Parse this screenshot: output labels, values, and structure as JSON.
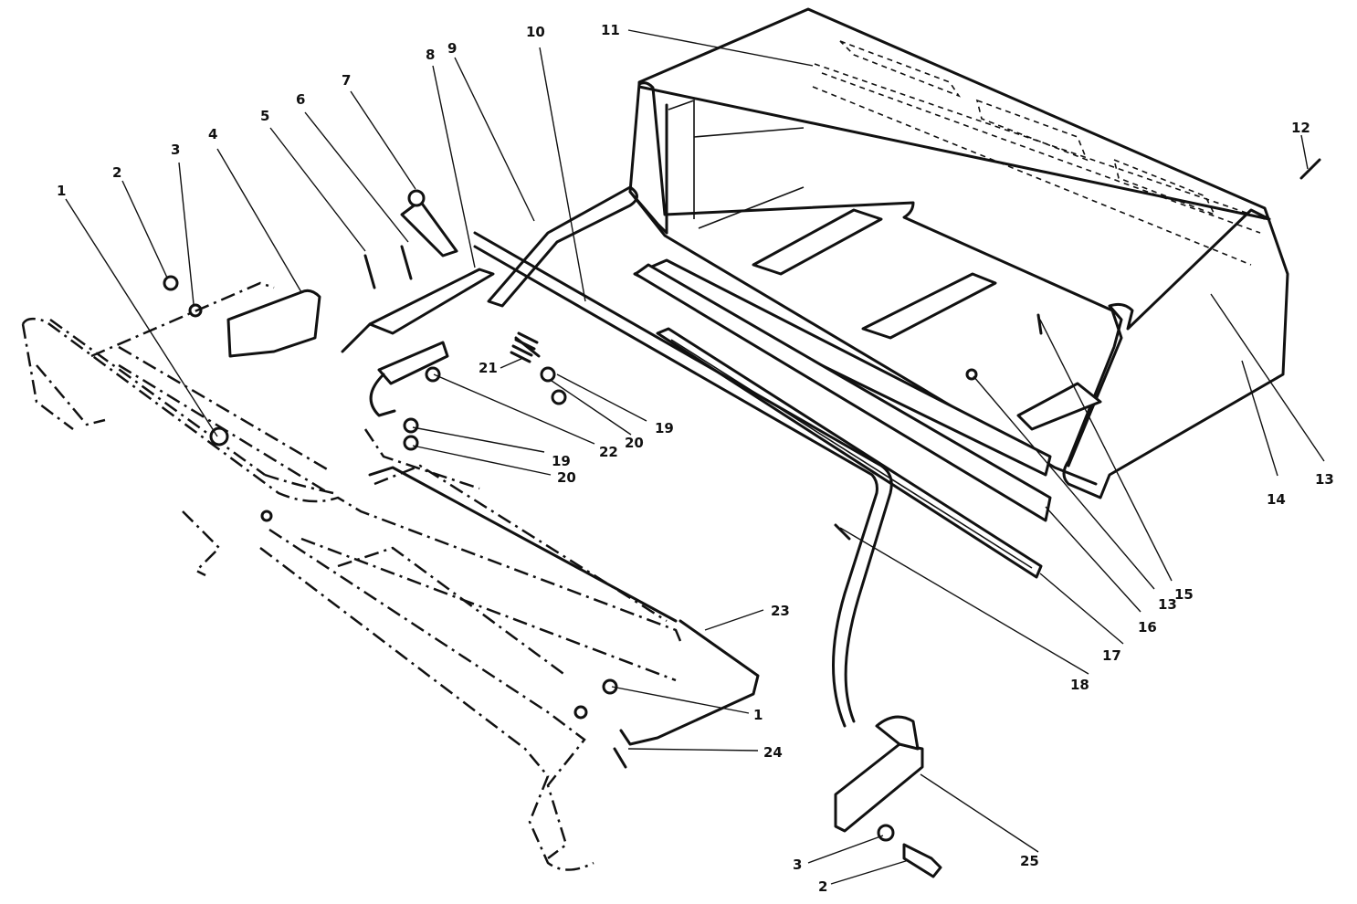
{
  "diagram": {
    "callouts": [
      {
        "id": "c1a",
        "text": "1"
      },
      {
        "id": "c2a",
        "text": "2"
      },
      {
        "id": "c3a",
        "text": "3"
      },
      {
        "id": "c4",
        "text": "4"
      },
      {
        "id": "c5",
        "text": "5"
      },
      {
        "id": "c6",
        "text": "6"
      },
      {
        "id": "c7",
        "text": "7"
      },
      {
        "id": "c8",
        "text": "8"
      },
      {
        "id": "c9",
        "text": "9"
      },
      {
        "id": "c10",
        "text": "10"
      },
      {
        "id": "c11",
        "text": "11"
      },
      {
        "id": "c12",
        "text": "12"
      },
      {
        "id": "c13a",
        "text": "13"
      },
      {
        "id": "c14",
        "text": "14"
      },
      {
        "id": "c13b",
        "text": "13"
      },
      {
        "id": "c15",
        "text": "15"
      },
      {
        "id": "c16",
        "text": "16"
      },
      {
        "id": "c17",
        "text": "17"
      },
      {
        "id": "c18",
        "text": "18"
      },
      {
        "id": "c19a",
        "text": "19"
      },
      {
        "id": "c19b",
        "text": "19"
      },
      {
        "id": "c20a",
        "text": "20"
      },
      {
        "id": "c20b",
        "text": "20"
      },
      {
        "id": "c21",
        "text": "21"
      },
      {
        "id": "c22",
        "text": "22"
      },
      {
        "id": "c23",
        "text": "23"
      },
      {
        "id": "c1b",
        "text": "1"
      },
      {
        "id": "c24",
        "text": "24"
      },
      {
        "id": "c25",
        "text": "25"
      },
      {
        "id": "c3b",
        "text": "3"
      },
      {
        "id": "c2b",
        "text": "2"
      }
    ]
  }
}
